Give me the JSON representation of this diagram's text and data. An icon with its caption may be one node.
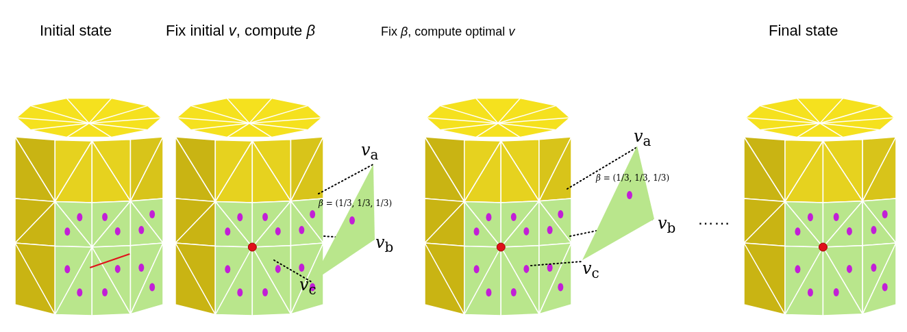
{
  "diagram": {
    "nodes": [
      {
        "text": [
          "*β* = (1/3, 1/3, 1/3)"
        ]
      },
      {
        "text": [
          "*β* = (1/3, 1/3, 1/3)"
        ]
      }
    ],
    "labels": [
      "Initial state",
      "Fix initial *v*, compute *β*",
      "Fix *β*, compute optimal *v*",
      "Final state",
      "*v*$_{a}$",
      "*v*$_{b}$",
      "*v*$_{c}$",
      "*v*$_{a}$",
      "*v*$_{b}$",
      "*v*$_{c}$",
      "……"
    ]
  }
}
